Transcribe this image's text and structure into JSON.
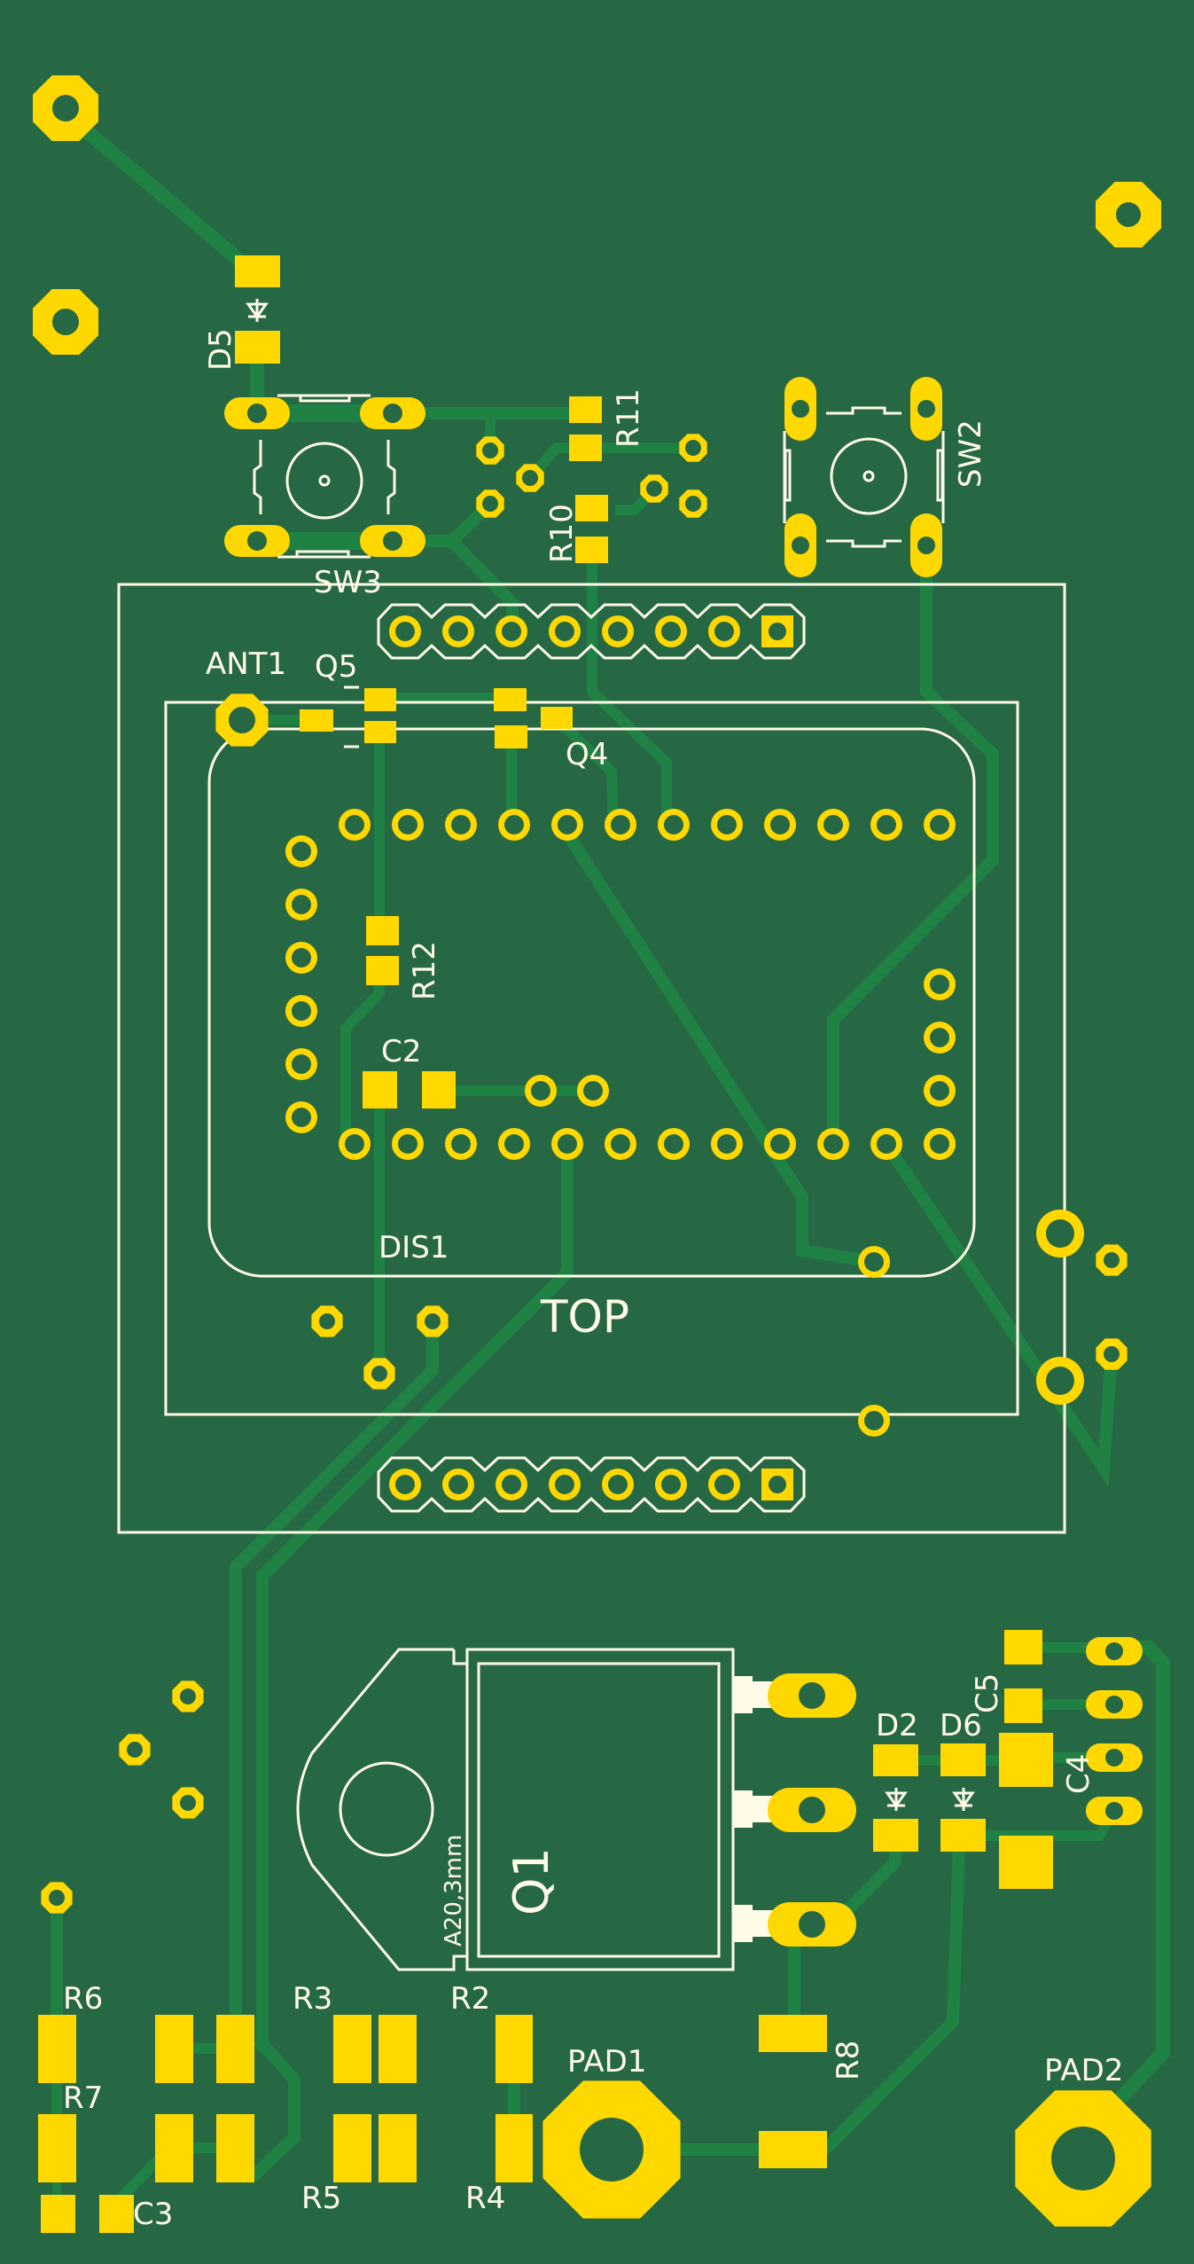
{
  "board": {
    "background_color": "#276844",
    "trace_color": "#208144",
    "pad_color": "#ffd800",
    "silkscreen_color": "#fffbe6",
    "layer_label": "TOP"
  },
  "components": {
    "D5": "D5",
    "SW3": "SW3",
    "SW2": "SW2",
    "R11": "R11",
    "R10": "R10",
    "ANT1": "ANT1",
    "Q5": "Q5",
    "Q4": "Q4",
    "R12": "R12",
    "C2": "C2",
    "DIS1": "DIS1",
    "Q1": "Q1",
    "Q1_note": "A20,3mm",
    "C5": "C5",
    "C4": "C4",
    "D2": "D2",
    "D6": "D6",
    "R8": "R8",
    "R6": "R6",
    "R7": "R7",
    "C3": "C3",
    "R3": "R3",
    "R5": "R5",
    "R2": "R2",
    "R4": "R4",
    "PAD1": "PAD1",
    "PAD2": "PAD2"
  },
  "headers": {
    "top_pin_count": 8,
    "bottom_pin_count": 8
  },
  "display_pins": {
    "top_row": 12,
    "bottom_row": 12,
    "left_column": 6,
    "right_column": 4
  }
}
